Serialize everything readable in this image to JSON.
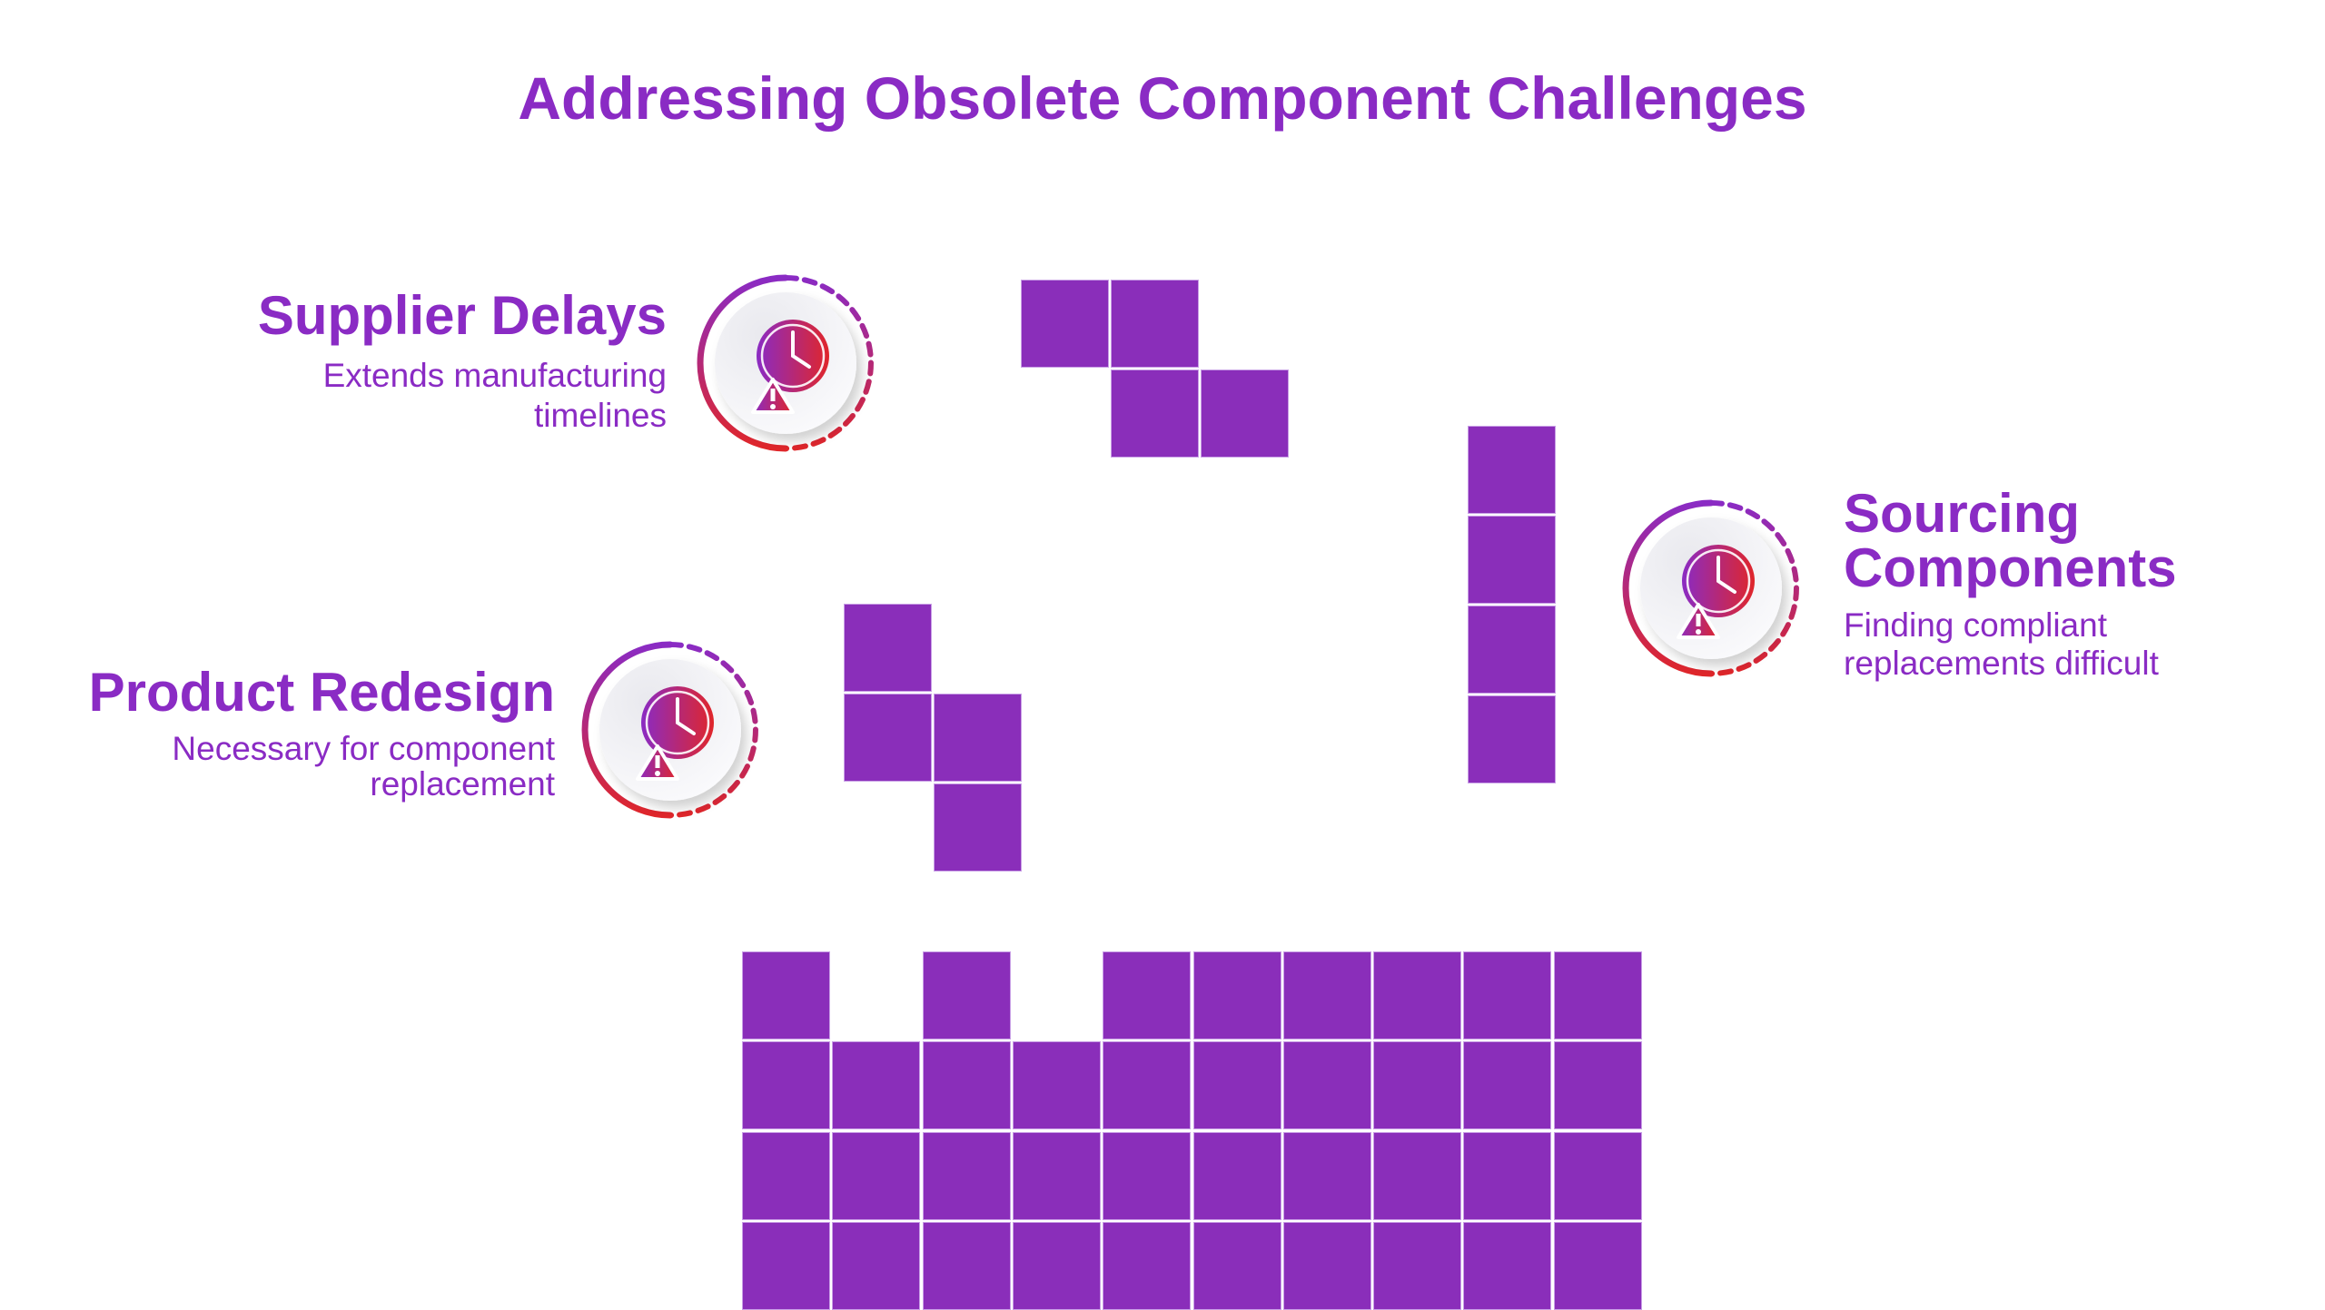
{
  "title": "Addressing Obsolete Component Challenges",
  "items": [
    {
      "heading": "Supplier Delays",
      "desc_lines": [
        "Extends manufacturing",
        "timelines"
      ],
      "icon": "clock-warning-icon"
    },
    {
      "heading": "Product Redesign",
      "desc_lines": [
        "Necessary for component",
        "replacement"
      ],
      "icon": "clock-warning-icon"
    },
    {
      "heading_lines": [
        "Sourcing",
        "Components"
      ],
      "desc_lines": [
        "Finding compliant",
        "replacements difficult"
      ],
      "icon": "clock-warning-icon"
    }
  ],
  "colors": {
    "accent": "#8a2bc4",
    "block": "#8a2eba",
    "gradient_start": "#8a2bc4",
    "gradient_end": "#e0262a"
  }
}
